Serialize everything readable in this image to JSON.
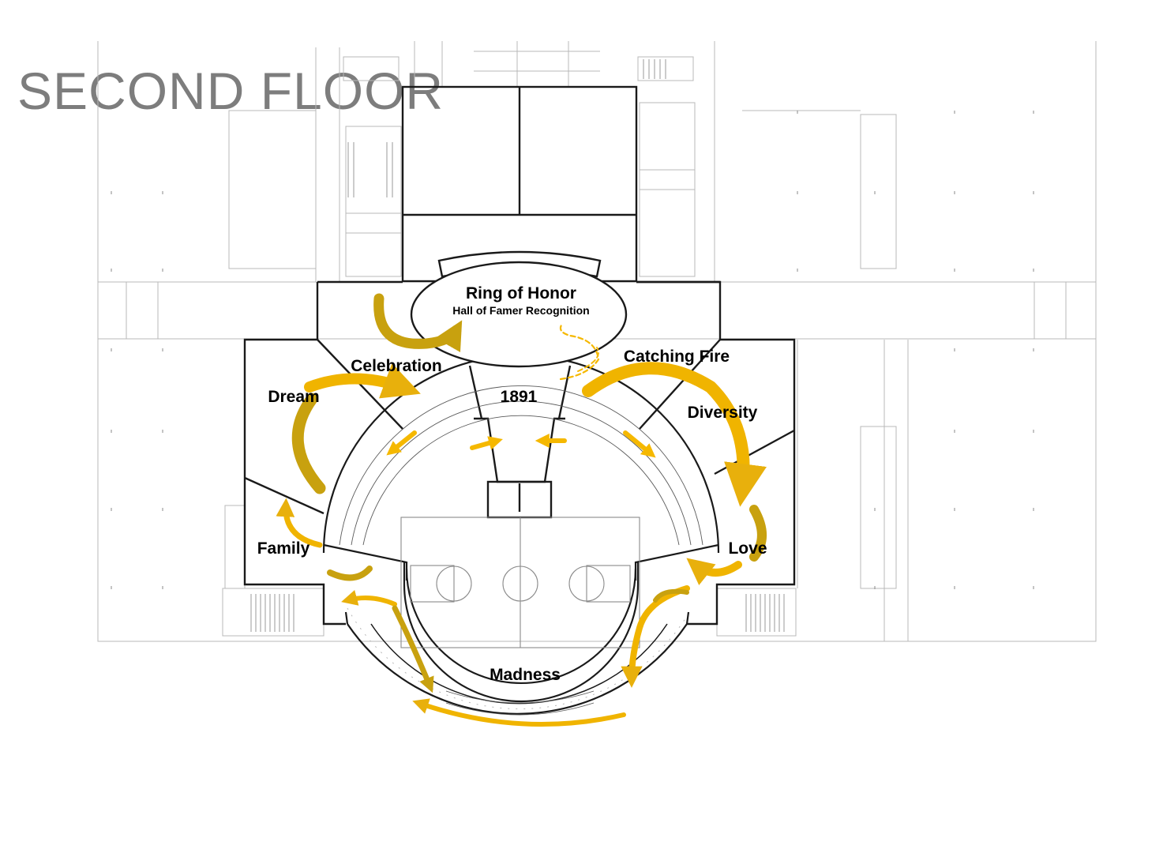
{
  "title": "SECOND FLOOR",
  "zones": {
    "ring_of_honor": "Ring of Honor",
    "ring_subtitle": "Hall of Famer Recognition",
    "celebration": "Celebration",
    "catching_fire": "Catching Fire",
    "dream": "Dream",
    "year": "1891",
    "diversity": "Diversity",
    "family": "Family",
    "love": "Love",
    "madness": "Madness"
  },
  "colors": {
    "arrow_gold": "#e8b00c",
    "arrow_dark_gold": "#c8a10f",
    "wall": "#1a1a1a",
    "thin_line": "#b5b5b5",
    "title_gray": "#7d7d7d"
  }
}
